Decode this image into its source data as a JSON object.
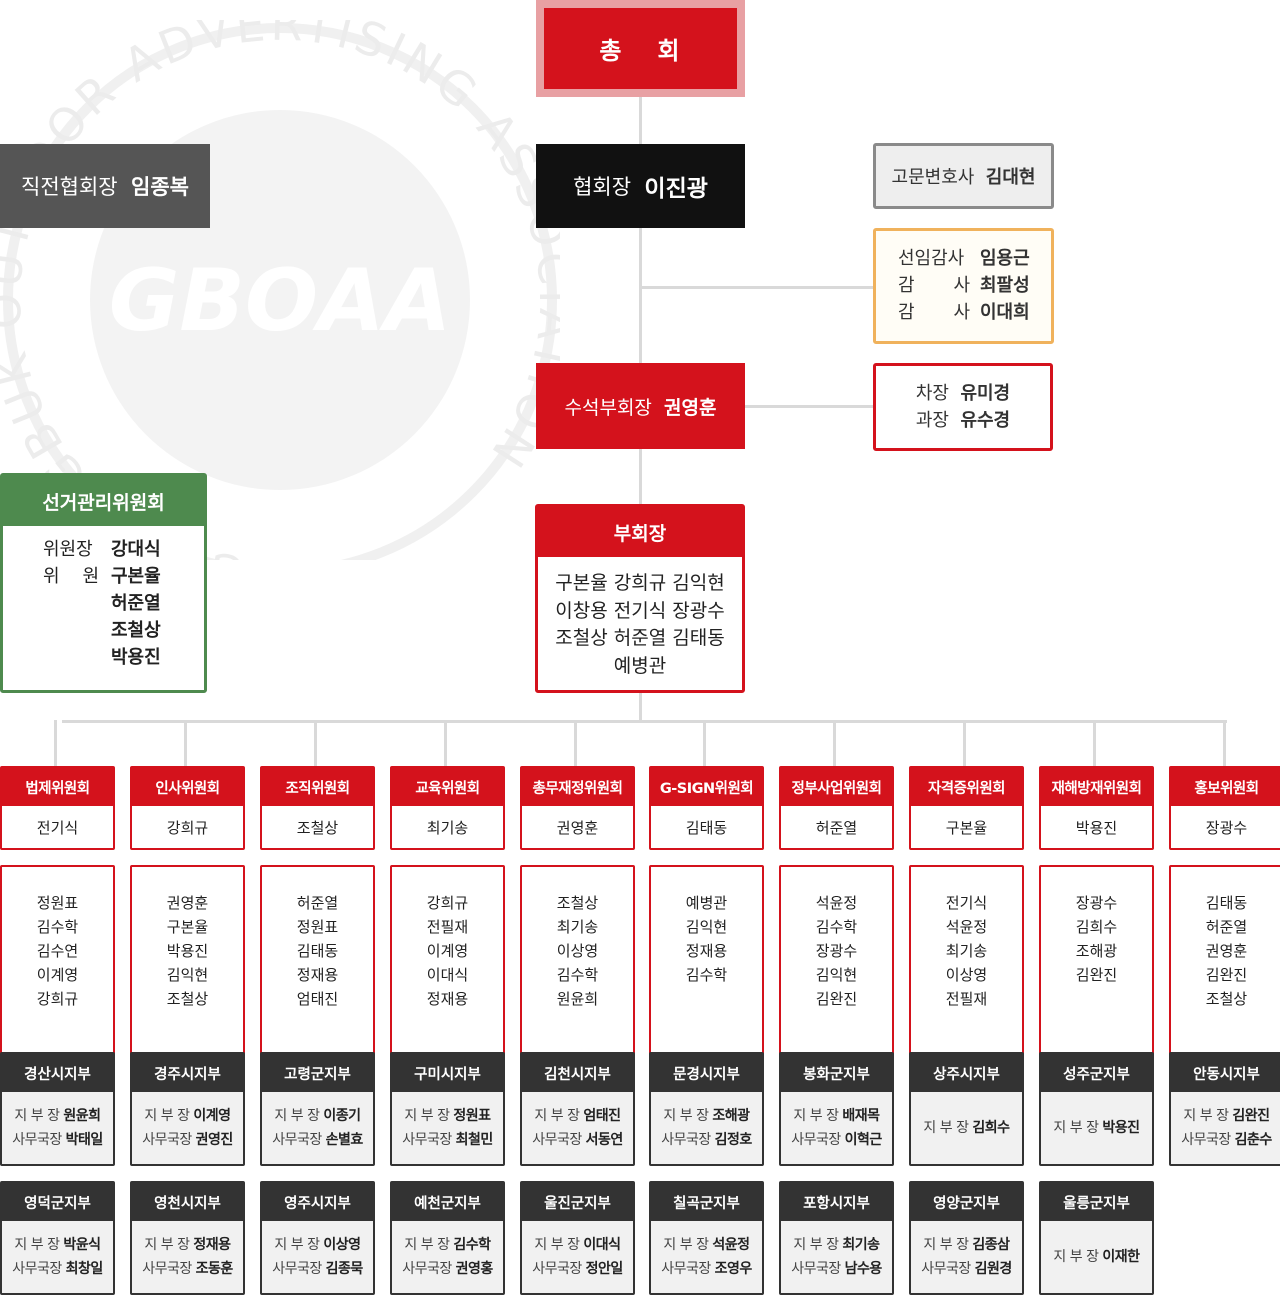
{
  "watermark": {
    "logo": "GBOAA",
    "ring_text": "GYEONGBUK OUTDOOR ADVERTISING ASSOCIATION"
  },
  "assembly": {
    "label_1": "총",
    "label_2": "회"
  },
  "former_president": {
    "title": "직전협회장",
    "name": "임종복"
  },
  "president": {
    "title": "협회장",
    "name": "이진광"
  },
  "counsel": {
    "title": "고문변호사",
    "name": "김대현"
  },
  "auditors": {
    "senior_title": "선임감사",
    "senior_name": "임용근",
    "title_char_1": "감",
    "title_char_2": "사",
    "auditor1": "최팔성",
    "auditor2": "이대희"
  },
  "senior_vp": {
    "title": "수석부회장",
    "name": "권영훈"
  },
  "staff": {
    "row1_title": "차장",
    "row1_name": "유미경",
    "row2_title": "과장",
    "row2_name": "유수경"
  },
  "election_committee": {
    "title": "선거관리위원회",
    "chair_title": "위원장",
    "chair_name": "강대식",
    "member_char_1": "위",
    "member_char_2": "원",
    "members": [
      "구본율",
      "허준열",
      "조철상",
      "박용진"
    ]
  },
  "vice_presidents": {
    "title": "부회장",
    "lines": [
      "구본율 강희규 김익현",
      "이창용 전기식 장광수",
      "조철상 허준열 김태동",
      "예병관"
    ]
  },
  "committees": [
    {
      "name": "법제위원회",
      "chair": "전기식",
      "members": [
        "정원표",
        "김수학",
        "김수연",
        "이계영",
        "강희규"
      ]
    },
    {
      "name": "인사위원회",
      "chair": "강희규",
      "members": [
        "권영훈",
        "구본율",
        "박용진",
        "김익현",
        "조철상"
      ]
    },
    {
      "name": "조직위원회",
      "chair": "조철상",
      "members": [
        "허준열",
        "정원표",
        "김태동",
        "정재용",
        "엄태진"
      ]
    },
    {
      "name": "교육위원회",
      "chair": "최기송",
      "members": [
        "강희규",
        "전필재",
        "이계영",
        "이대식",
        "정재용"
      ]
    },
    {
      "name": "총무재정위원회",
      "chair": "권영훈",
      "members": [
        "조철상",
        "최기송",
        "이상영",
        "김수학",
        "원윤희"
      ]
    },
    {
      "name": "G-SIGN위원회",
      "chair": "김태동",
      "members": [
        "예병관",
        "김익현",
        "정재용",
        "김수학"
      ]
    },
    {
      "name": "정부사업위원회",
      "chair": "허준열",
      "members": [
        "석윤정",
        "김수학",
        "장광수",
        "김익현",
        "김완진"
      ]
    },
    {
      "name": "자격증위원회",
      "chair": "구본율",
      "members": [
        "전기식",
        "석윤정",
        "최기송",
        "이상영",
        "전필재"
      ]
    },
    {
      "name": "재해방재위원회",
      "chair": "박용진",
      "members": [
        "장광수",
        "김희수",
        "조해광",
        "김완진"
      ]
    },
    {
      "name": "홍보위원회",
      "chair": "장광수",
      "members": [
        "김태동",
        "허준열",
        "권영훈",
        "김완진",
        "조철상"
      ]
    }
  ],
  "branch_titles": {
    "head": "지 부 장",
    "secretary": "사무국장"
  },
  "branches": [
    {
      "name": "경산시지부",
      "head": "원윤희",
      "secretary": "박태일"
    },
    {
      "name": "경주시지부",
      "head": "이계영",
      "secretary": "권영진"
    },
    {
      "name": "고령군지부",
      "head": "이종기",
      "secretary": "손별효"
    },
    {
      "name": "구미시지부",
      "head": "정원표",
      "secretary": "최철민"
    },
    {
      "name": "김천시지부",
      "head": "엄태진",
      "secretary": "서동연"
    },
    {
      "name": "문경시지부",
      "head": "조해광",
      "secretary": "김정호"
    },
    {
      "name": "봉화군지부",
      "head": "배재목",
      "secretary": "이혁근"
    },
    {
      "name": "상주시지부",
      "head": "김희수",
      "secretary": ""
    },
    {
      "name": "성주군지부",
      "head": "박용진",
      "secretary": ""
    },
    {
      "name": "안동시지부",
      "head": "김완진",
      "secretary": "김춘수"
    },
    {
      "name": "영덕군지부",
      "head": "박윤식",
      "secretary": "최창일"
    },
    {
      "name": "영천시지부",
      "head": "정재용",
      "secretary": "조동훈"
    },
    {
      "name": "영주시지부",
      "head": "이상영",
      "secretary": "김종묵"
    },
    {
      "name": "예천군지부",
      "head": "김수학",
      "secretary": "권영홍"
    },
    {
      "name": "울진군지부",
      "head": "이대식",
      "secretary": "정안일"
    },
    {
      "name": "칠곡군지부",
      "head": "석윤정",
      "secretary": "조영우"
    },
    {
      "name": "포항시지부",
      "head": "최기송",
      "secretary": "남수용"
    },
    {
      "name": "영양군지부",
      "head": "김종삼",
      "secretary": "김원경"
    },
    {
      "name": "울릉군지부",
      "head": "이재한",
      "secretary": ""
    }
  ],
  "colors": {
    "accent_red": "#d4121c",
    "green": "#4e8a4e",
    "dark": "#111111",
    "branch_dark": "#333333",
    "orange_border": "#f0b25c"
  }
}
